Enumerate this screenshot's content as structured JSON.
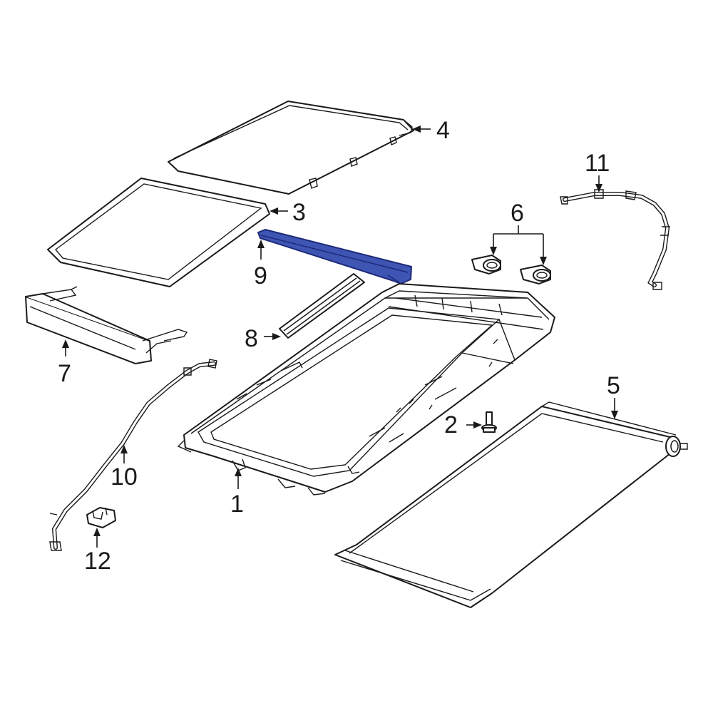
{
  "colors": {
    "line": "#1a1a1a",
    "highlight_fill": "#3f55b4",
    "highlight_stroke": "#1c2a78",
    "background": "#ffffff"
  },
  "callouts": [
    {
      "id": "1",
      "label": "1"
    },
    {
      "id": "2",
      "label": "2"
    },
    {
      "id": "3",
      "label": "3"
    },
    {
      "id": "4",
      "label": "4"
    },
    {
      "id": "5",
      "label": "5"
    },
    {
      "id": "6",
      "label": "6"
    },
    {
      "id": "7",
      "label": "7"
    },
    {
      "id": "8",
      "label": "8"
    },
    {
      "id": "9",
      "label": "9"
    },
    {
      "id": "10",
      "label": "10"
    },
    {
      "id": "11",
      "label": "11"
    },
    {
      "id": "12",
      "label": "12"
    }
  ],
  "highlighted_part": "9"
}
